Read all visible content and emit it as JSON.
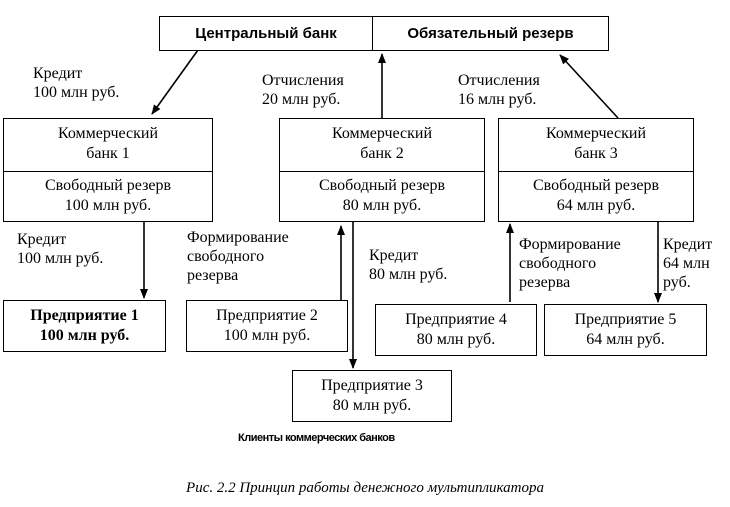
{
  "header": {
    "left": "Центральный банк",
    "right": "Обязательный резерв"
  },
  "banks": [
    {
      "name_line1": "Коммерческий",
      "name_line2": "банк 1",
      "reserve_line1": "Свободный резерв",
      "reserve_line2": "100 млн руб."
    },
    {
      "name_line1": "Коммерческий",
      "name_line2": "банк 2",
      "reserve_line1": "Свободный резерв",
      "reserve_line2": "80 млн руб."
    },
    {
      "name_line1": "Коммерческий",
      "name_line2": "банк 3",
      "reserve_line1": "Свободный резерв",
      "reserve_line2": "64 млн руб."
    }
  ],
  "enterprises": [
    {
      "name": "Предприятие 1",
      "amount": "100 млн руб."
    },
    {
      "name": "Предприятие 2",
      "amount": "100 млн руб."
    },
    {
      "name": "Предприятие 3",
      "amount": "80 млн руб."
    },
    {
      "name": "Предприятие 4",
      "amount": "80 млн руб."
    },
    {
      "name": "Предприятие 5",
      "amount": "64 млн руб."
    }
  ],
  "labels": {
    "credit_top_1": "Кредит",
    "credit_top_2": "100 млн руб.",
    "otch1_1": "Отчисления",
    "otch1_2": "20 млн руб.",
    "otch2_1": "Отчисления",
    "otch2_2": "16 млн руб.",
    "credit_b1_1": "Кредит",
    "credit_b1_2": "100 млн руб.",
    "form1_1": "Формирование",
    "form1_2": "свободного",
    "form1_3": "резерва",
    "credit_b2_1": "Кредит",
    "credit_b2_2": "80 млн руб.",
    "form2_1": "Формирование",
    "form2_2": "свободного",
    "form2_3": "резерва",
    "credit_b3_1": "Кредит",
    "credit_b3_2": "64 млн",
    "credit_b3_3": "руб."
  },
  "footnote": "Клиенты коммерческих банков",
  "caption": "Рис. 2.2   Принцип работы денежного мультипликатора"
}
